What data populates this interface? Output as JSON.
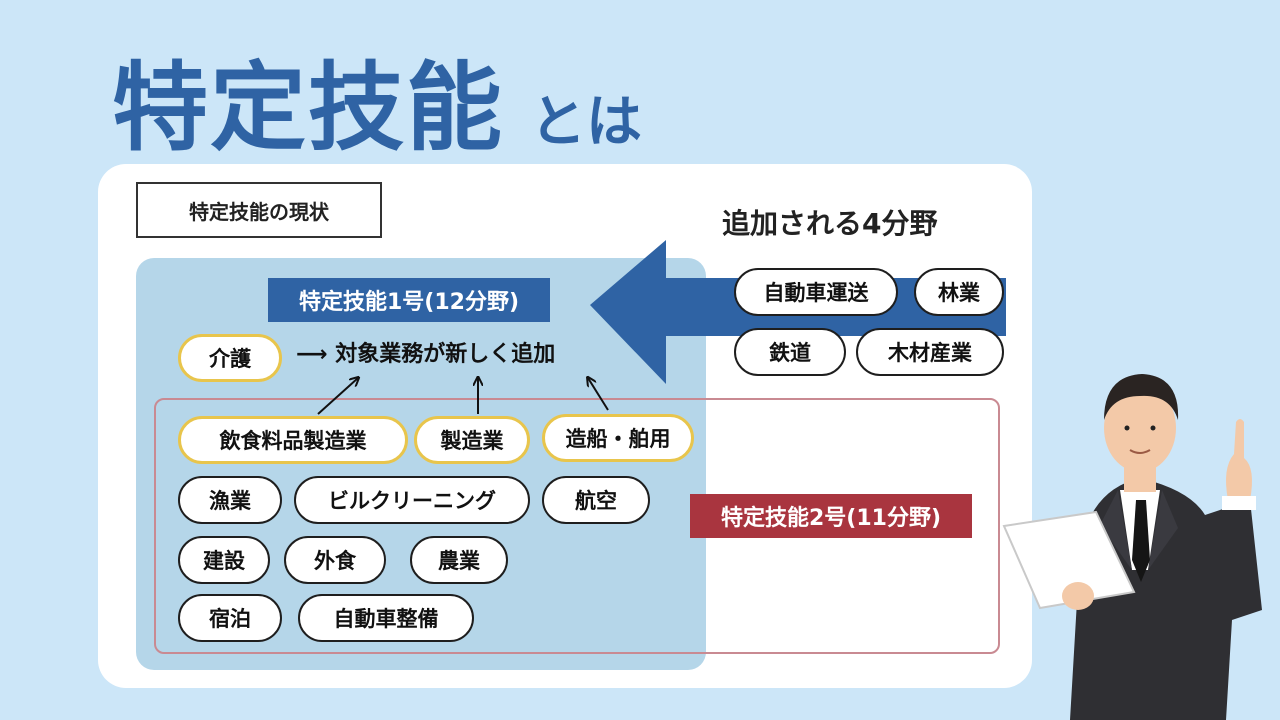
{
  "title": {
    "main": "特定技能",
    "sub": "とは"
  },
  "status_label": "特定技能の現状",
  "added_section": {
    "title": "追加される4分野",
    "fields": [
      "自動車運送",
      "林業",
      "鉄道",
      "木材産業"
    ]
  },
  "type1": {
    "label": "特定技能1号(12分野)",
    "care": "介護",
    "new_tasks_arrow": "⟶",
    "new_tasks": "対象業務が新しく追加",
    "expanded": [
      "飲食料品製造業",
      "製造業",
      "造船・舶用"
    ]
  },
  "type2": {
    "label": "特定技能2号(11分野)",
    "fields": [
      "漁業",
      "ビルクリーニング",
      "航空",
      "建設",
      "外食",
      "農業",
      "宿泊",
      "自動車整備"
    ]
  },
  "colors": {
    "background": "#cce6f8",
    "title": "#2f63a4",
    "type1": "#2f63a4",
    "type2": "#a9353f",
    "highlight_border": "#e8c54c"
  }
}
